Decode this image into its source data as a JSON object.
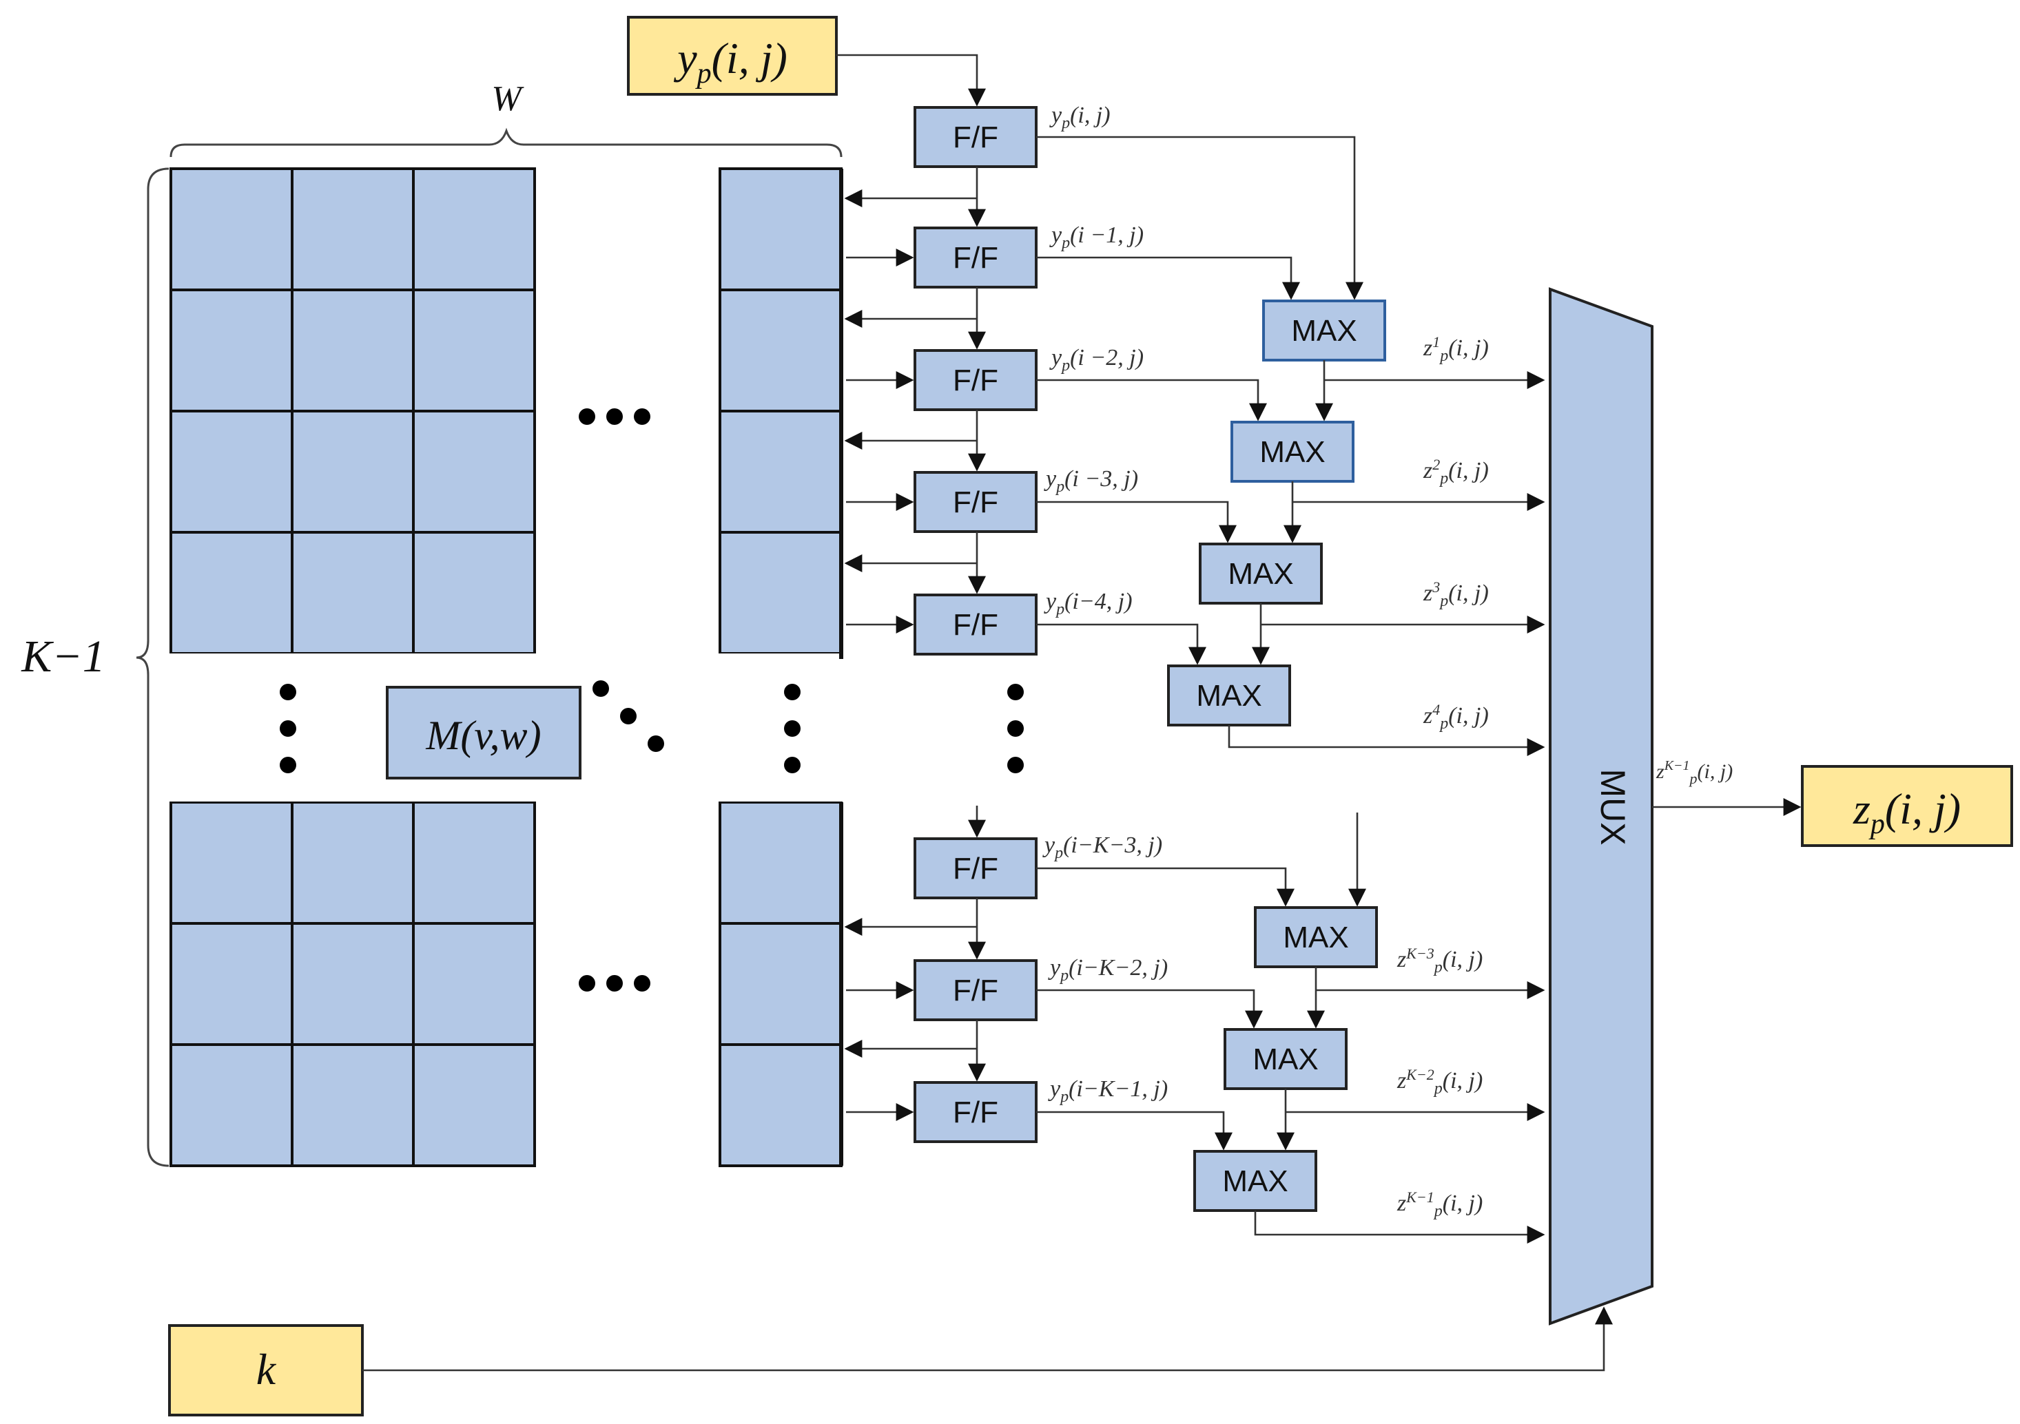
{
  "inputs": {
    "y_label": "y",
    "y_sub": "p",
    "y_args": "(i, j)",
    "k_label": "k"
  },
  "output": {
    "z_label": "z",
    "z_sub": "p",
    "z_args": "(i, j)",
    "mux_out_label": "z",
    "mux_out_sup": "K−1",
    "mux_out_sub": "p",
    "mux_out_args": "(i, j)"
  },
  "memory": {
    "width_label": "W",
    "height_label": "K−1",
    "cell_label": "M(v,w)"
  },
  "mux": {
    "label": "MUX"
  },
  "flipflops": [
    {
      "label": "F/F",
      "sig_pre": "y",
      "sig_sub": "p",
      "sig_args": "(i, j)"
    },
    {
      "label": "F/F",
      "sig_pre": "y",
      "sig_sub": "p",
      "sig_args": "(i −1, j)"
    },
    {
      "label": "F/F",
      "sig_pre": "y",
      "sig_sub": "p",
      "sig_args": "(i −2, j)"
    },
    {
      "label": "F/F",
      "sig_pre": "y",
      "sig_sub": "p",
      "sig_args": "(i −3, j)"
    },
    {
      "label": "F/F",
      "sig_pre": "y",
      "sig_sub": "p",
      "sig_args": "(i−4, j)"
    },
    {
      "label": "F/F",
      "sig_pre": "y",
      "sig_sub": "p",
      "sig_args": "(i−K−3, j)"
    },
    {
      "label": "F/F",
      "sig_pre": "y",
      "sig_sub": "p",
      "sig_args": "(i−K−2, j)"
    },
    {
      "label": "F/F",
      "sig_pre": "y",
      "sig_sub": "p",
      "sig_args": "(i−K−1, j)"
    }
  ],
  "max_units": [
    {
      "label": "MAX",
      "out_pre": "z",
      "out_sup": "1",
      "out_sub": "p",
      "out_args": "(i, j)"
    },
    {
      "label": "MAX",
      "out_pre": "z",
      "out_sup": "2",
      "out_sub": "p",
      "out_args": "(i, j)"
    },
    {
      "label": "MAX",
      "out_pre": "z",
      "out_sup": "3",
      "out_sub": "p",
      "out_args": "(i, j)"
    },
    {
      "label": "MAX",
      "out_pre": "z",
      "out_sup": "4",
      "out_sub": "p",
      "out_args": "(i, j)"
    },
    {
      "label": "MAX",
      "out_pre": "z",
      "out_sup": "K−3",
      "out_sub": "p",
      "out_args": "(i, j)"
    },
    {
      "label": "MAX",
      "out_pre": "z",
      "out_sup": "K−2",
      "out_sub": "p",
      "out_args": "(i, j)"
    },
    {
      "label": "MAX",
      "out_pre": "z",
      "out_sup": "K−1",
      "out_sub": "p",
      "out_args": "(i, j)"
    }
  ],
  "colors": {
    "block_fill": "#b3c8e6",
    "io_fill": "#ffe89a",
    "stroke": "#222222"
  }
}
